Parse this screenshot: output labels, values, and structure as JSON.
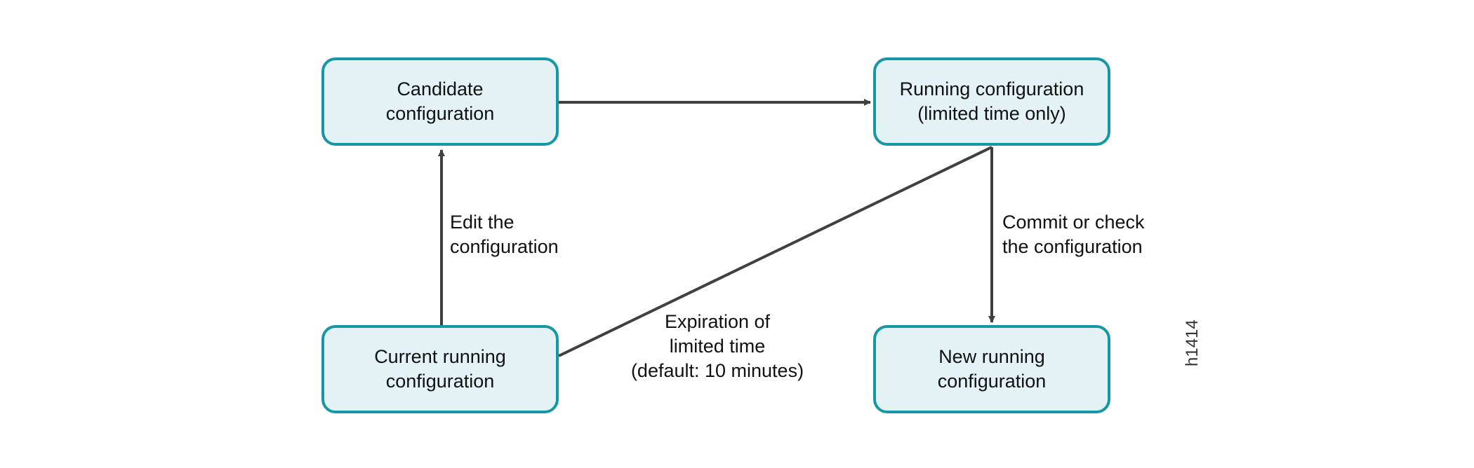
{
  "diagram": {
    "nodes": {
      "candidate": "Candidate\nconfiguration",
      "running_limited": "Running configuration\n(limited time only)",
      "current_running": "Current running\nconfiguration",
      "new_running": "New running\nconfiguration"
    },
    "edges": {
      "edit_label": "Edit the\nconfiguration",
      "commit_label": "Commit or check\nthe configuration",
      "expiration_label": "Expiration of\nlimited time\n(default: 10 minutes)"
    },
    "figure_id": "h1414",
    "colors": {
      "node_fill": "#e3f3f5",
      "node_border": "#1597a5",
      "line": "#404040"
    }
  }
}
